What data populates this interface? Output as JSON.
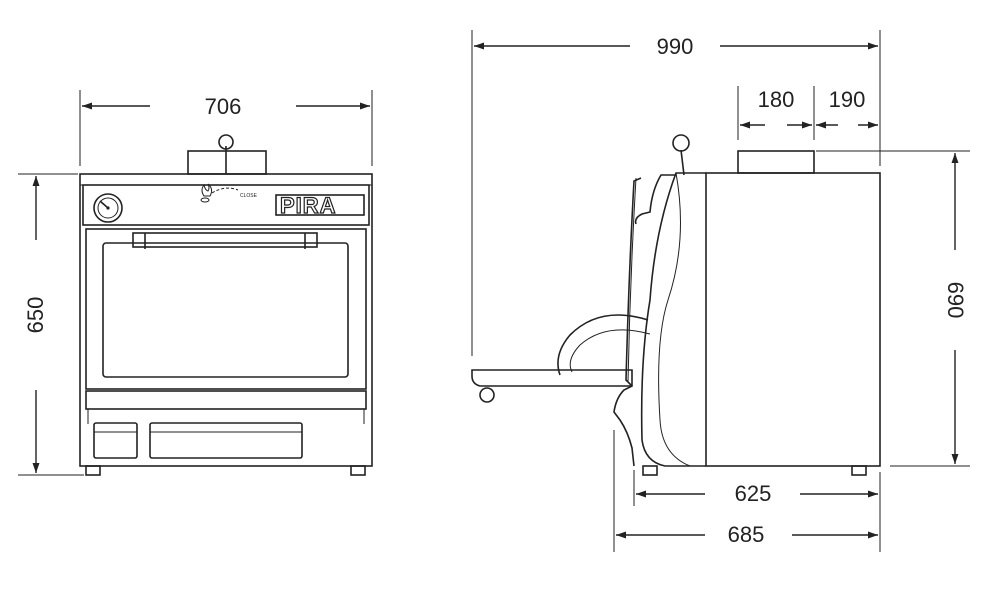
{
  "front_view": {
    "width_label": "706",
    "height_label": "650",
    "brand_text": "PIRA",
    "knob_label": "CLOSE"
  },
  "side_view": {
    "total_depth_label": "990",
    "top_left_label": "180",
    "top_right_label": "190",
    "height_label": "690",
    "body_depth_label": "625",
    "base_depth_label": "685"
  },
  "colors": {
    "line": "#222222",
    "background": "#ffffff"
  }
}
